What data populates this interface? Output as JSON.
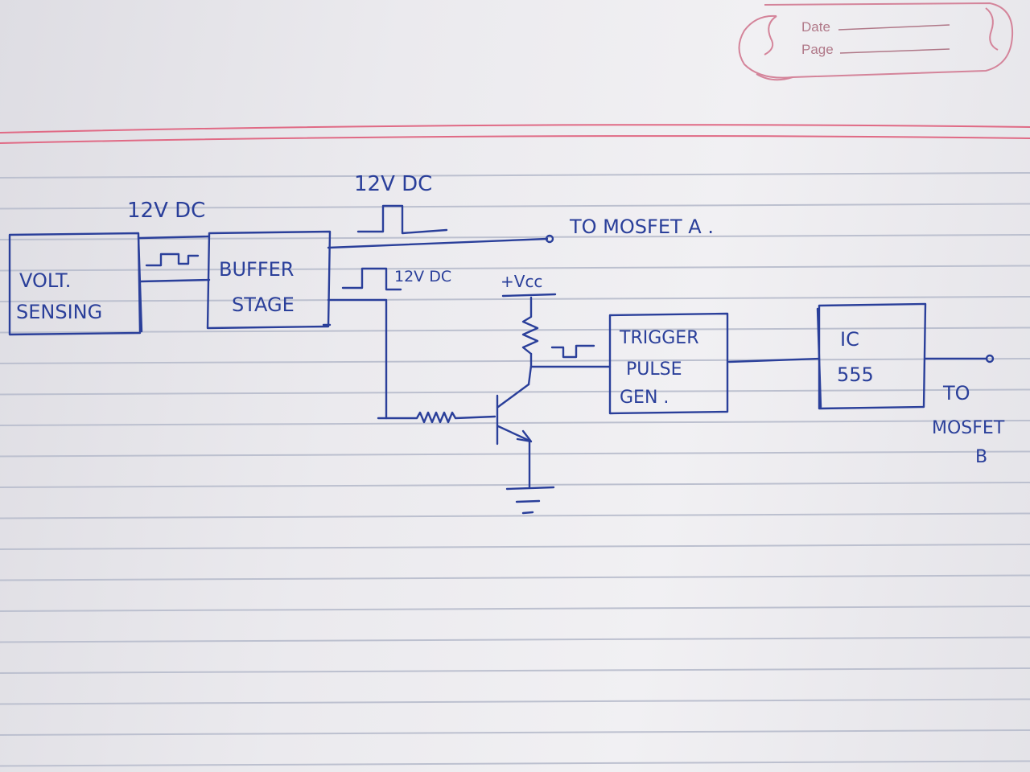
{
  "header": {
    "date_label": "Date",
    "page_label": "Page"
  },
  "blocks": {
    "volt_sensing": [
      "VOLT.",
      "SENSING"
    ],
    "buffer_stage": [
      "BUFFER",
      "STAGE"
    ],
    "trigger_pulse_gen": [
      "TRIGGER",
      "PULSE",
      "GEN ."
    ],
    "ic_555": [
      "IC",
      "555"
    ]
  },
  "labels": {
    "dc_in": "12V DC",
    "dc_top": "12V DC",
    "dc_lower": "12V DC",
    "vcc": "+Vcc",
    "to_mosfet_a": "TO MOSFET A .",
    "to_mosfet_b": [
      "TO",
      "MOSFET",
      "B"
    ]
  },
  "colors": {
    "ink": "#2a3f9a",
    "paper": "#ebeaee",
    "ruled_line": "#bcc0cf",
    "margin_pink": "#e06a85"
  }
}
